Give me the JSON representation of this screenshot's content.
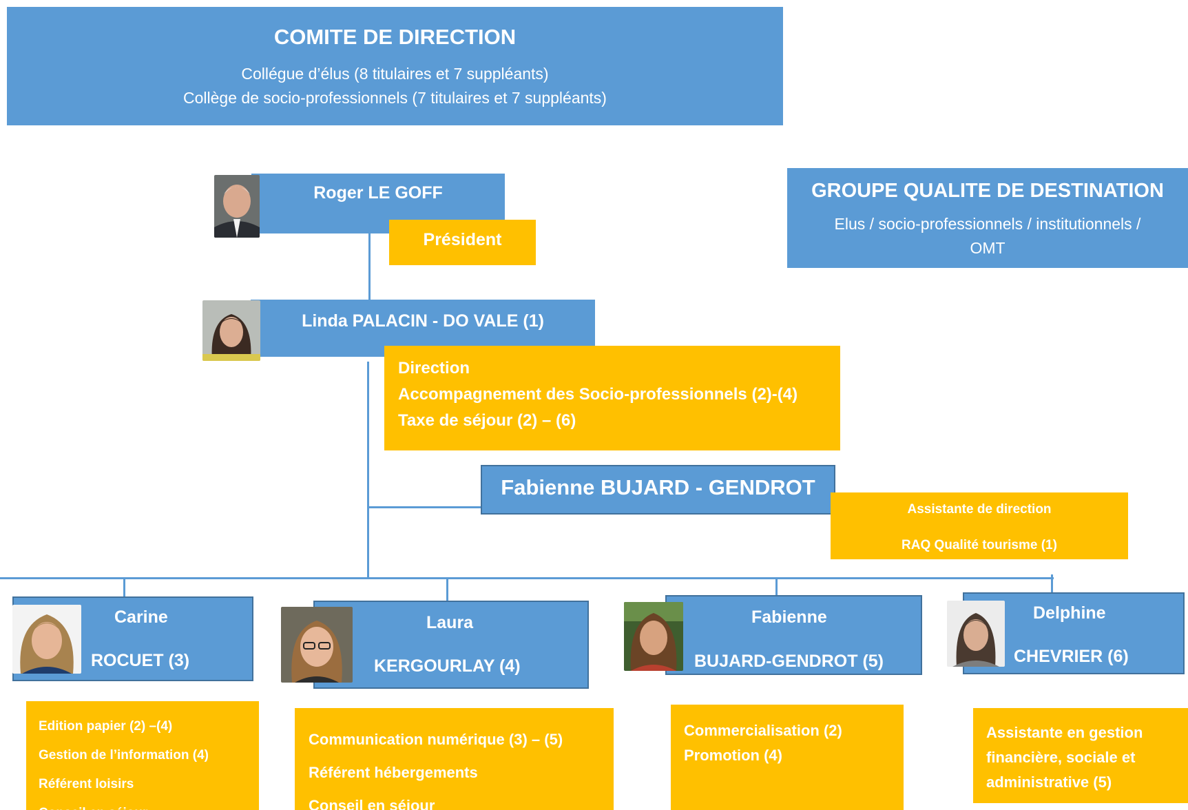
{
  "comite": {
    "title": "COMITE DE DIRECTION",
    "line1": "Collégue d’élus (8 titulaires et 7 suppléants)",
    "line2": "Collège de socio-professionnels (7 titulaires et 7 suppléants)"
  },
  "groupe": {
    "title": "GROUPE QUALITE DE DESTINATION",
    "line1": "Elus / socio-professionnels  / institutionnels /",
    "line2": "OMT"
  },
  "president": {
    "name": "Roger LE GOFF",
    "role": "Président"
  },
  "direction": {
    "name": "Linda PALACIN - DO VALE (1)",
    "roles": [
      "Direction",
      "Accompagnement des Socio-professionnels (2)-(4)",
      "Taxe de séjour (2) – (6)"
    ]
  },
  "assistante": {
    "name": "Fabienne BUJARD - GENDROT",
    "roles": [
      "Assistante de direction",
      "RAQ  Qualité tourisme (1)"
    ]
  },
  "staff": [
    {
      "first": "Carine",
      "last": "ROCUET (3)",
      "roles": [
        "Edition papier (2) –(4)",
        "Gestion de l’information (4)",
        "Référent loisirs",
        "Conseil en séjour"
      ]
    },
    {
      "first": "Laura",
      "last": "KERGOURLAY (4)",
      "roles": [
        "Communication numérique (3) – (5)",
        "Référent hébergements",
        "Conseil en séjour"
      ]
    },
    {
      "first": "Fabienne",
      "last": "BUJARD-GENDROT (5)",
      "roles": [
        "Commercialisation (2)",
        "Promotion (4)"
      ]
    },
    {
      "first": "Delphine",
      "last": "CHEVRIER (6)",
      "roles": [
        "Assistante  en gestion",
        "financière, sociale et",
        "administrative  (5)"
      ]
    }
  ],
  "colors": {
    "blue": "#5b9bd5",
    "blue_border": "#41719c",
    "yellow": "#ffc000"
  }
}
